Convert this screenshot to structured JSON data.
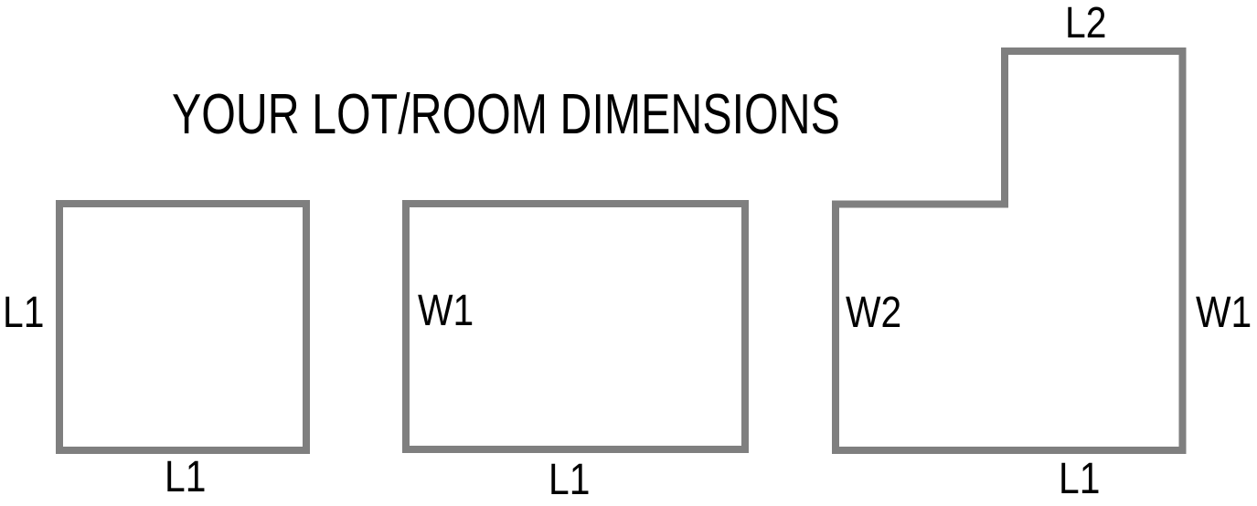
{
  "title": "YOUR LOT/ROOM DIMENSIONS",
  "colors": {
    "outline": "#7f7f7f",
    "text": "#000000",
    "background": "#ffffff"
  },
  "shapes": {
    "square": {
      "type": "square",
      "labels": {
        "left": "L1",
        "bottom": "L1"
      }
    },
    "rectangle": {
      "type": "rectangle",
      "labels": {
        "inside": "W1",
        "bottom": "L1"
      }
    },
    "lshape": {
      "type": "l-shape",
      "labels": {
        "top": "L2",
        "inside": "W2",
        "right": "W1",
        "bottom": "L1"
      }
    }
  }
}
